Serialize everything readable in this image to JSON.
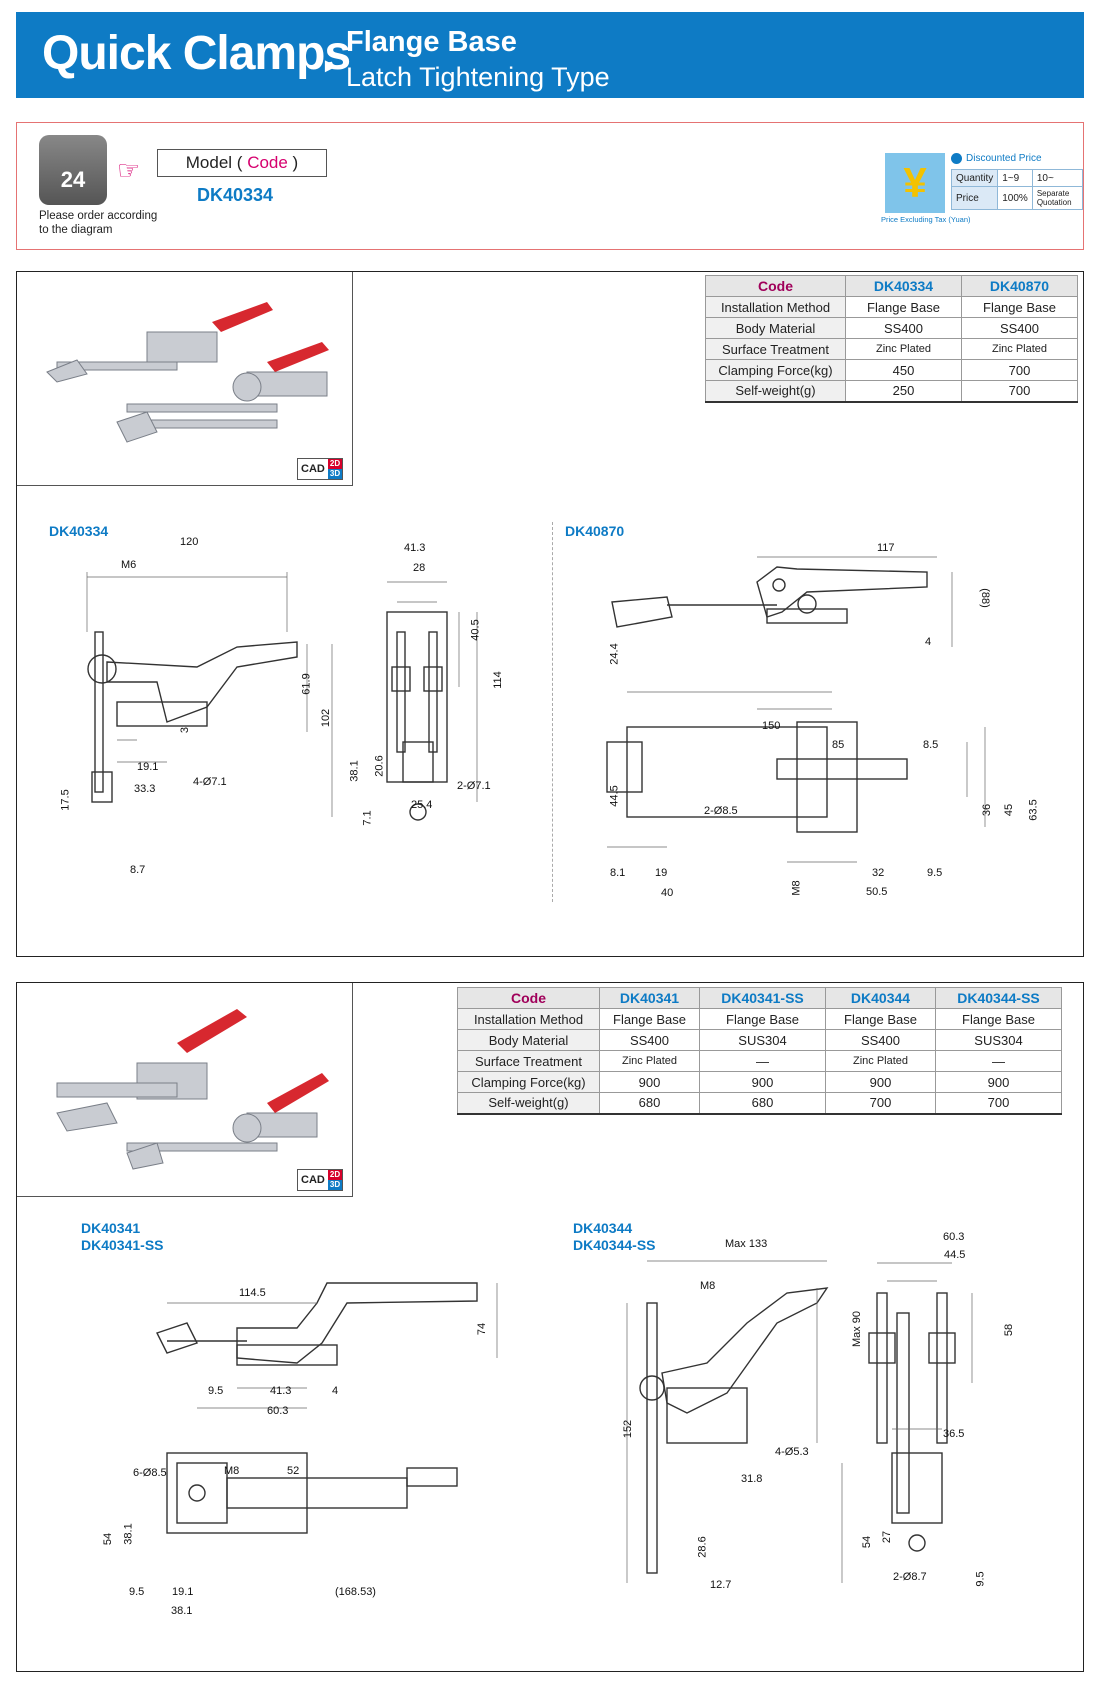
{
  "header": {
    "title": "Quick Clamps",
    "arrow": "►",
    "subtitle1": "Flange Base",
    "subtitle2": "Latch Tightening Type"
  },
  "order": {
    "phone_label": "24",
    "note": "Please order according to the diagram",
    "model_label": "Model",
    "code_label": "Code",
    "model_code": "DK40334",
    "yen_symbol": "¥",
    "price_caption": "Price Excluding Tax (Yuan)",
    "discount_title": "Discounted Price",
    "quantity_label": "Quantity",
    "price_label": "Price",
    "qty_1": "1~9",
    "qty_2": "10~",
    "price_1": "100%",
    "price_2": "Separate Quotation"
  },
  "panel1": {
    "columns": [
      "Code",
      "DK40334",
      "DK40870"
    ],
    "rows": [
      [
        "Installation Method",
        "Flange Base",
        "Flange Base"
      ],
      [
        "Body Material",
        "SS400",
        "SS400"
      ],
      [
        "Surface Treatment",
        "Zinc Plated",
        "Zinc Plated"
      ],
      [
        "Clamping Force(kg)",
        "450",
        "700"
      ],
      [
        "Self-weight(g)",
        "250",
        "700"
      ]
    ],
    "cad": "CAD",
    "cad_2d": "2D",
    "cad_3d": "3D",
    "label_a": "DK40334",
    "label_b": "DK40870",
    "dims_a": [
      "120",
      "M6",
      "61.9",
      "102",
      "3",
      "19.1",
      "4-Ø7.1",
      "33.3",
      "17.5",
      "8.7",
      "41.3",
      "28",
      "40.5",
      "114",
      "38.1",
      "20.6",
      "2-Ø7.1",
      "25.4",
      "7.1"
    ],
    "dims_b": [
      "117",
      "(88)",
      "24.4",
      "4",
      "150",
      "85",
      "8.5",
      "44.5",
      "2-Ø8.5",
      "36",
      "45",
      "63.5",
      "8.1",
      "19",
      "40",
      "M8",
      "32",
      "9.5",
      "50.5"
    ]
  },
  "panel2": {
    "columns": [
      "Code",
      "DK40341",
      "DK40341-SS",
      "DK40344",
      "DK40344-SS"
    ],
    "rows": [
      [
        "Installation Method",
        "Flange Base",
        "Flange Base",
        "Flange Base",
        "Flange Base"
      ],
      [
        "Body Material",
        "SS400",
        "SUS304",
        "SS400",
        "SUS304"
      ],
      [
        "Surface Treatment",
        "Zinc Plated",
        "—",
        "Zinc Plated",
        "—"
      ],
      [
        "Clamping Force(kg)",
        "900",
        "900",
        "900",
        "900"
      ],
      [
        "Self-weight(g)",
        "680",
        "680",
        "700",
        "700"
      ]
    ],
    "cad": "CAD",
    "cad_2d": "2D",
    "cad_3d": "3D",
    "label_a1": "DK40341",
    "label_a2": "DK40341-SS",
    "label_b1": "DK40344",
    "label_b2": "DK40344-SS",
    "dims_a": [
      "114.5",
      "74",
      "9.5",
      "41.3",
      "4",
      "60.3",
      "6-Ø8.5",
      "M8",
      "52",
      "54",
      "38.1",
      "9.5",
      "19.1",
      "(168.53)",
      "38.1"
    ],
    "dims_b": [
      "Max 133",
      "M8",
      "Max 90",
      "152",
      "4-Ø5.3",
      "31.8",
      "28.6",
      "12.7",
      "60.3",
      "44.5",
      "58",
      "36.5",
      "54",
      "27",
      "2-Ø8.7",
      "9.5"
    ]
  }
}
